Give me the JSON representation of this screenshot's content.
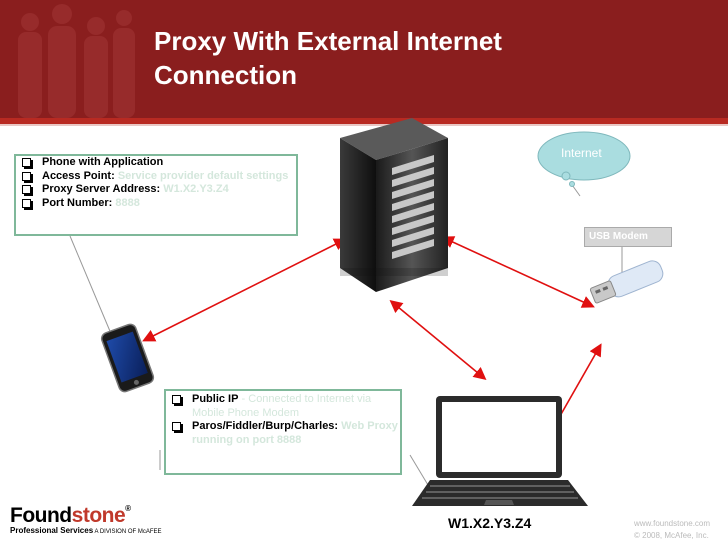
{
  "slide": {
    "title_line1": "Proxy With External Internet",
    "title_line2": "Connection"
  },
  "phone_box": {
    "items": [
      {
        "label": "Phone with Application",
        "value": ""
      },
      {
        "label": "Access Point:",
        "value": "Service provider default settings"
      },
      {
        "label": "Proxy Server Address:",
        "value": "W1.X2.Y3.Z4"
      },
      {
        "label": "Port Number:",
        "value": "8888"
      }
    ]
  },
  "laptop_box": {
    "items": [
      {
        "label": "Public IP",
        "value": " - Connected to Internet via Mobile Phone Modem"
      },
      {
        "label": "Paros/Fiddler/Burp/Charles:",
        "value": "Web Proxy running on port 8888"
      }
    ]
  },
  "internet_label": "Internet",
  "usb_label": "USB Modem",
  "laptop_ip": "W1.X2.Y3.Z4",
  "logo": {
    "main_a": "Found",
    "main_b": "stone",
    "reg": "®",
    "sub": "Professional Services",
    "sub_small": " A DIVISION OF McAFEE"
  },
  "footer": {
    "url": "www.foundstone.com",
    "copyright": "© 2008, McAfee, Inc."
  },
  "colors": {
    "header": "#8a1e1e",
    "accent_red": "#b82a22",
    "arrow": "#e01010",
    "box_border": "#7fb89a",
    "highlight_text": "#d4e7dc"
  }
}
